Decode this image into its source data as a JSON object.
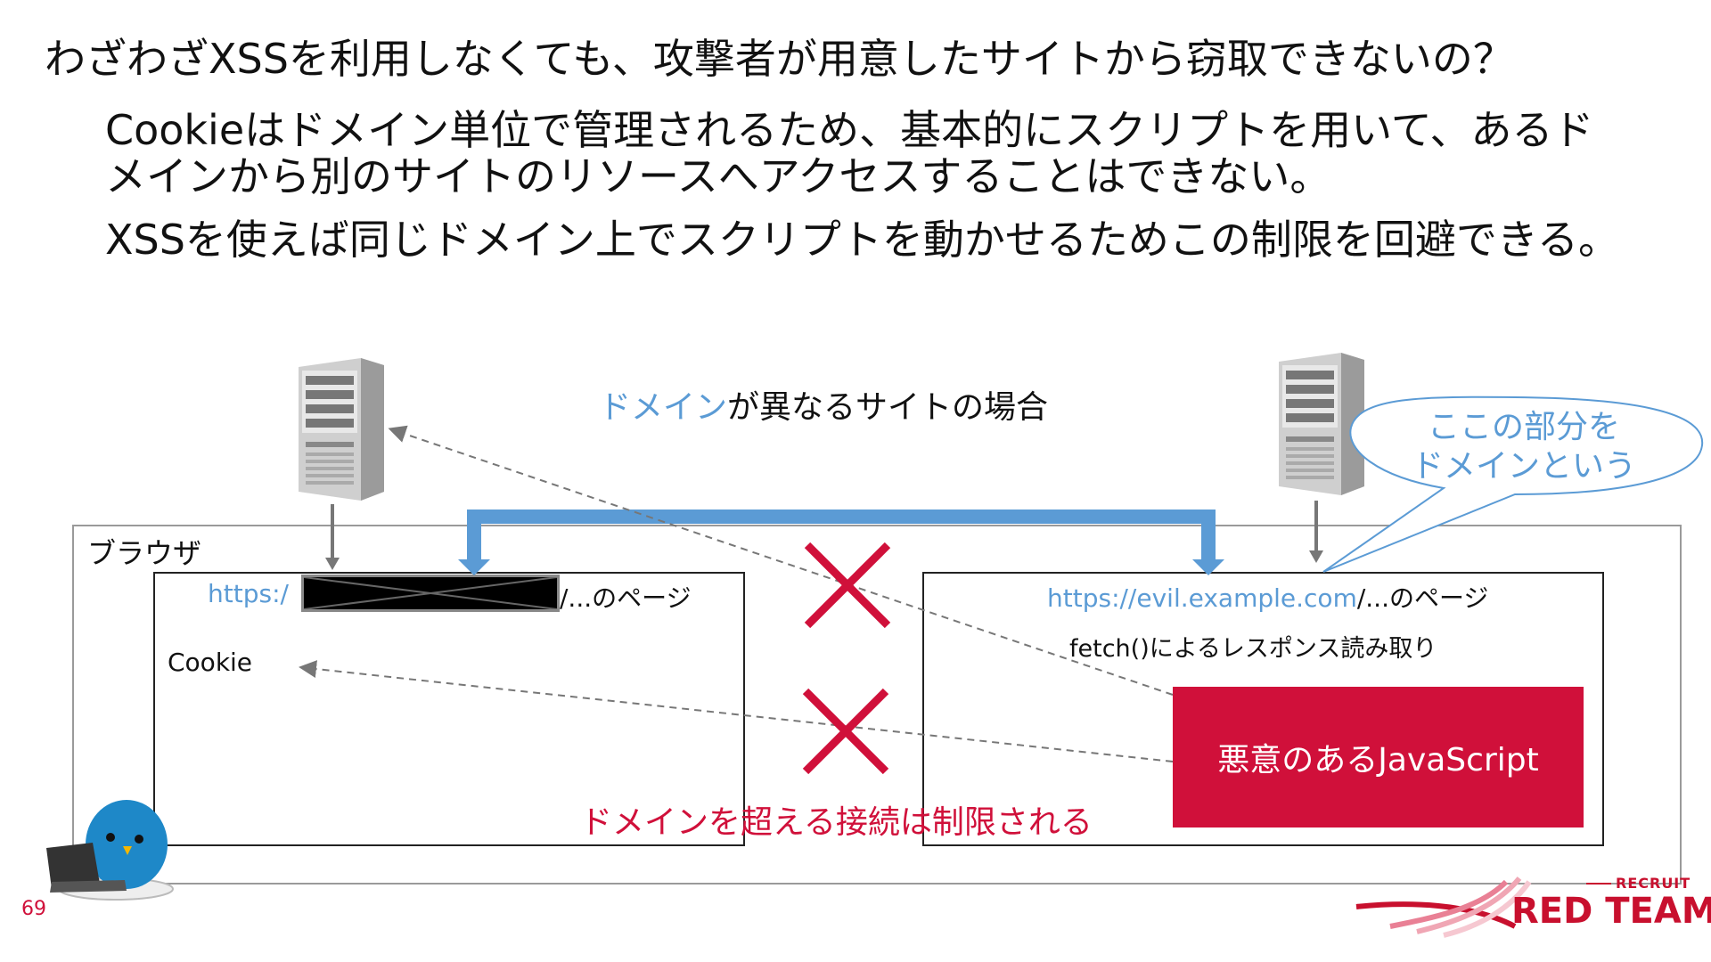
{
  "heading": "わざわざXSSを利用しなくても、攻撃者が用意したサイトから窃取できないの？",
  "paragraphs": [
    "Cookieはドメイン単位で管理されるため、基本的にスクリプトを用いて、あるドメインから別のサイトのリソースへアクセスすることはできない。",
    "XSSを使えば同じドメイン上でスクリプトを動かせるためこの制限を回避できる。"
  ],
  "diagram": {
    "caption_blue": "ドメイン",
    "caption_rest": "が異なるサイトの場合",
    "browser_label": "ブラウザ",
    "left_window": {
      "url_prefix": "https:/",
      "url_suffix": "/...のページ",
      "cookie_label": "Cookie"
    },
    "right_window": {
      "url_domain": "https://evil.example.com",
      "url_suffix": "/...のページ",
      "fetch_label": "fetch()によるレスポンス読み取り",
      "malicious_label": "悪意のあるJavaScript"
    },
    "bubble_line1": "ここの部分を",
    "bubble_line2": "ドメインという",
    "restriction_caption": "ドメインを超える接続は制限される"
  },
  "footer": {
    "page_number": "69",
    "logo_small": "RECRUIT",
    "logo_big": "RED TEAM"
  },
  "colors": {
    "accent_blue": "#5b9bd5",
    "accent_red": "#d0103a"
  }
}
